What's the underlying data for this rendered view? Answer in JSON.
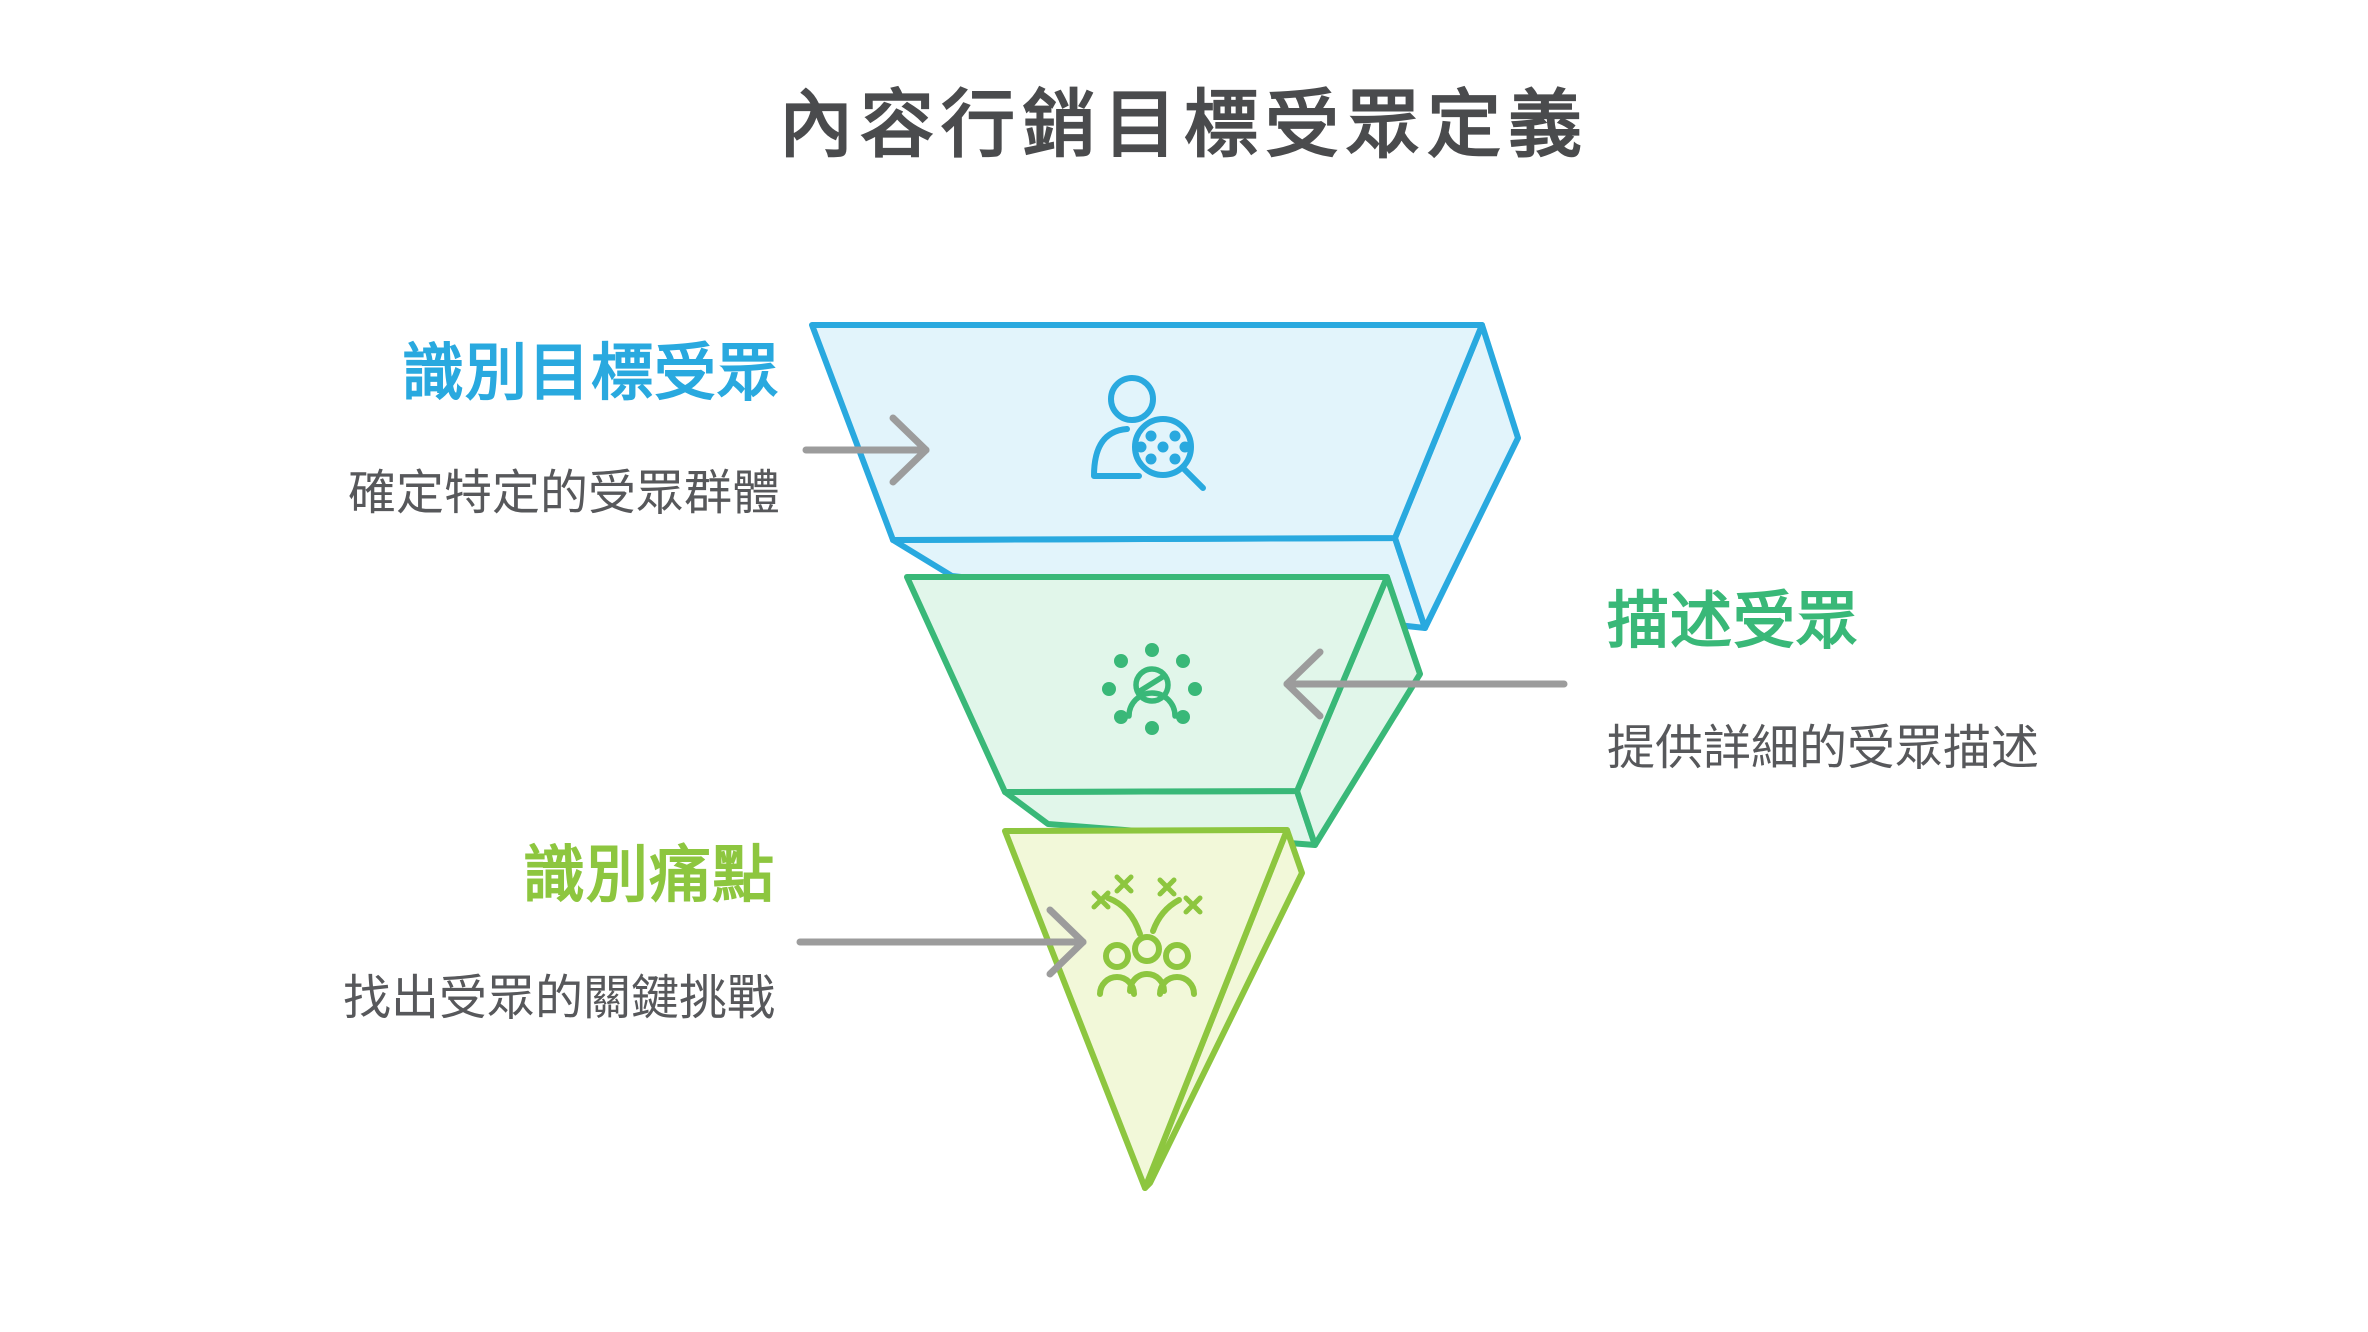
{
  "title": "內容行銷目標受眾定義",
  "colors": {
    "title_text": "#4A4B4D",
    "desc_text": "#57585B",
    "arrow": "#9C9C9C",
    "blue": "#29A9DF",
    "blue_fill": "#E2F4FB",
    "green": "#39B878",
    "green_fill": "#E1F6EA",
    "lime": "#8DC63F",
    "lime_fill": "#F2F8D9"
  },
  "funnel": {
    "stages": [
      {
        "id": "identify-target-audience",
        "heading": "識別目標受眾",
        "description": "確定特定的受眾群體",
        "color": "#29A9DF",
        "icon": "person-with-magnifier-icon",
        "label_side": "left"
      },
      {
        "id": "describe-audience",
        "heading": "描述受眾",
        "description": "提供詳細的受眾描述",
        "color": "#39B878",
        "icon": "community-dots-icon",
        "label_side": "right"
      },
      {
        "id": "identify-pain-points",
        "heading": "識別痛點",
        "description": "找出受眾的關鍵挑戰",
        "color": "#8DC63F",
        "icon": "crowd-sparks-icon",
        "label_side": "left"
      }
    ]
  }
}
